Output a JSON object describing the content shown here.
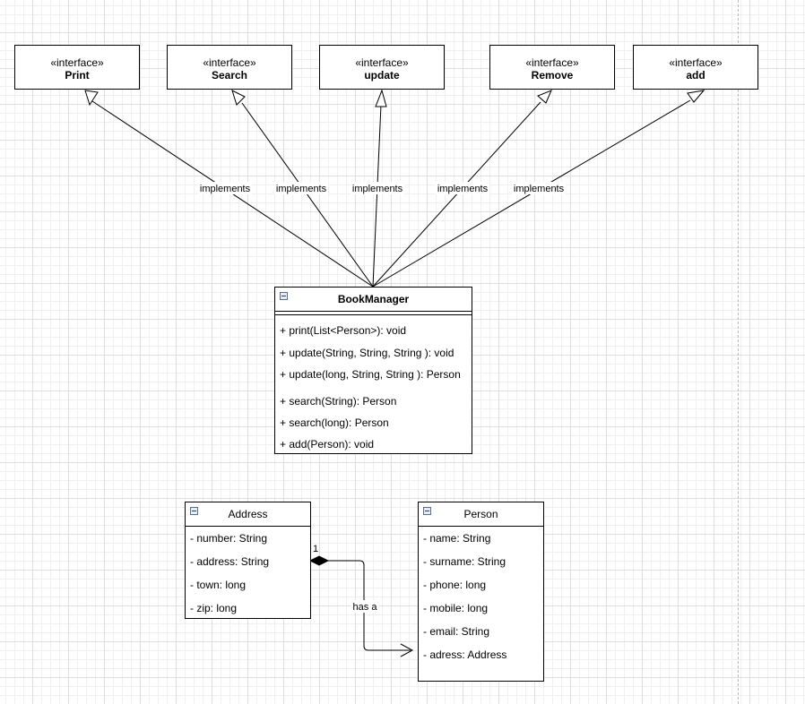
{
  "interfaces": [
    {
      "stereotype": "«interface»",
      "name": "Print"
    },
    {
      "stereotype": "«interface»",
      "name": "Search"
    },
    {
      "stereotype": "«interface»",
      "name": "update"
    },
    {
      "stereotype": "«interface»",
      "name": "Remove"
    },
    {
      "stereotype": "«interface»",
      "name": "add"
    }
  ],
  "edges": {
    "implements_labels": [
      "implements",
      "implements",
      "implements",
      "implements",
      "implements"
    ],
    "association": {
      "label": "has a",
      "multiplicity": "1"
    }
  },
  "book_manager": {
    "name": "BookManager",
    "operations": [
      "+ print(List<Person>): void",
      "+ update(String, String, String ): void",
      "+ update(long, String, String ): Person",
      "+ search(String): Person",
      "+ search(long): Person",
      "+ add(Person): void"
    ]
  },
  "address": {
    "name": "Address",
    "attributes": [
      "- number: String",
      "- address: String",
      "- town: long",
      "- zip: long"
    ]
  },
  "person": {
    "name": "Person",
    "attributes": [
      "- name: String",
      "- surname: String",
      "- phone: long",
      "- mobile: long",
      "- email: String",
      "- adress: Address"
    ]
  }
}
